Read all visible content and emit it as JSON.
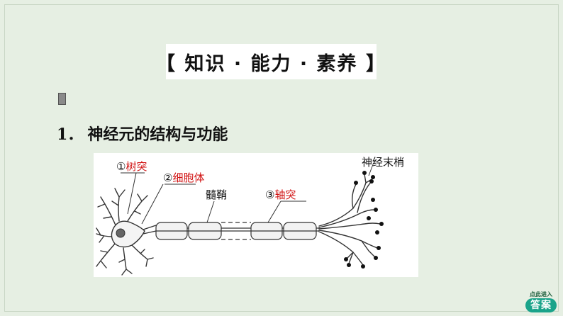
{
  "title": "【 知识 · 能力 · 素养 】",
  "heading": {
    "number": "1．",
    "text": "神经元的结构与功能"
  },
  "diagram": {
    "label1_num": "①",
    "label1_text": "树突",
    "label2_num": "②",
    "label2_text": "细胞体",
    "label3_num": "③",
    "label3_text": "轴突",
    "label_myelin": "髓鞘",
    "label_terminal": "神经末梢"
  },
  "answer_button": {
    "small": "点此进入",
    "big": "答案"
  },
  "colors": {
    "background": "#e6efe3",
    "answer_red": "#d01010",
    "button": "#1aa38a"
  }
}
